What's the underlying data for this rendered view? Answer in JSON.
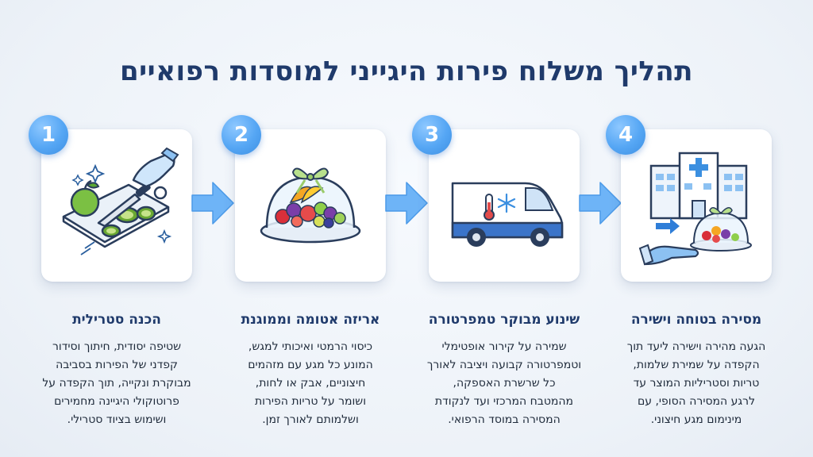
{
  "title": "תהליך משלוח פירות היגייני למוסדות רפואיים",
  "steps": [
    {
      "number": "1",
      "icon": "cutting-board-fruit-icon",
      "heading": "הכנה סטרילית",
      "lines": [
        "שטיפה יסודית, חיתוך וסידור",
        "קפדני של הפירות בסביבה",
        "מבוקרת ונקייה, תוך הקפדה על",
        "פרוטוקולי היגיינה מחמירים",
        "ושימוש בציוד סטרילי."
      ]
    },
    {
      "number": "2",
      "icon": "covered-fruit-platter-icon",
      "heading": "אריזה אטומה וממוגנת",
      "lines": [
        "כיסוי הרמטי ואיכותי למגש,",
        "המונע כל מגע עם מזהמים",
        "חיצוניים, אבק או לחות,",
        "ושומר על טריות הפירות",
        "ושלמותם לאורך זמן."
      ]
    },
    {
      "number": "3",
      "icon": "refrigerated-van-icon",
      "heading": "שינוע מבוקר טמפרטורה",
      "lines": [
        "שמירה על קירור אופטימלי",
        "וטמפרטורה קבועה ויציבה לאורך",
        "כל שרשרת האספקה,",
        "מהמטבח המרכזי ועד לנקודת",
        "המסירה במוסד הרפואי."
      ]
    },
    {
      "number": "4",
      "icon": "hospital-delivery-icon",
      "heading": "מסירה בטוחה וישירה",
      "lines": [
        "הגעה מהירה וישירה ליעד תוך",
        "הקפדה על שמירת שלמות,",
        "טריות וסטריליות המוצר עד",
        "לרגע המסירה הסופי, עם",
        "מינימום מגע חיצוני."
      ]
    }
  ],
  "colors": {
    "title": "#1f3a6b",
    "badge": "#55a6f4",
    "arrow": "#6eb4f7",
    "text": "#1e2a3a"
  }
}
